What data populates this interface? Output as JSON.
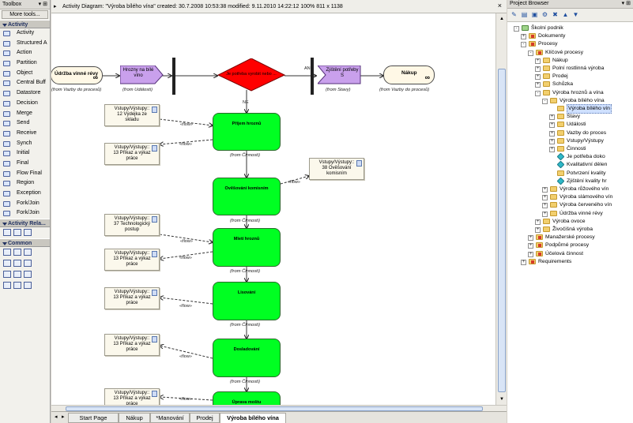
{
  "toolbox": {
    "title": "Toolbox",
    "more_tools": "More tools...",
    "sections": [
      {
        "label": "Activity",
        "items": [
          "Activity",
          "Structured A",
          "Action",
          "Partition",
          "Object",
          "Central Buff",
          "Datastore",
          "Decision",
          "Merge",
          "Send",
          "Receive",
          "Synch",
          "Initial",
          "Final",
          "Flow Final",
          "Region",
          "Exception",
          "Fork/Join",
          "Fork/Join"
        ]
      },
      {
        "label": "Activity Rela..."
      },
      {
        "label": "Common"
      }
    ]
  },
  "diagram": {
    "header": "Activity Diagram: \"Výroba bílého vína\"  created: 30.7.2008 10:53:38  modified: 9.11.2010 14:22:12   100%   811 x 1138",
    "terminals": [
      {
        "label": "Údržba vinné révy",
        "caption": "(from Vazby do procesů)"
      },
      {
        "label": "Nákup",
        "caption": "(from Vazby do procesů)"
      }
    ],
    "events": [
      {
        "label": "Hrozny na bílé víno",
        "caption": "(from Události)"
      },
      {
        "label": "Zjištění potřeby S",
        "caption": "(from Stavy)"
      }
    ],
    "decision": {
      "label": "Je potřeba vyrobit nebo ...",
      "no_label": "NE",
      "and_label": "AND"
    },
    "activities": [
      {
        "label": "Příjem hroznů",
        "caption": "(from Činnosti)"
      },
      {
        "label": "Ověšování komisním",
        "caption": "(from Činnosti)"
      },
      {
        "label": "Mletí hroznů",
        "caption": "(from Činnosti)"
      },
      {
        "label": "Lisování",
        "caption": "(from Činnosti)"
      },
      {
        "label": "Dosladování",
        "caption": "(from Činnosti)"
      },
      {
        "label": "Úprava moštu",
        "caption": ""
      }
    ],
    "notes": [
      {
        "l1": "Vstupy/Výstupy::",
        "l2": "12 Výdejka ze",
        "l3": "skladu"
      },
      {
        "l1": "Vstupy/Výstupy::",
        "l2": "13 Příkaz a výkaz",
        "l3": "práce"
      },
      {
        "l1": "Vstupy/Výstupy::",
        "l2": "38 Ověšování",
        "l3": "komisním"
      },
      {
        "l1": "Vstupy/Výstupy::",
        "l2": "37 Technologický",
        "l3": "postup"
      },
      {
        "l1": "Vstupy/Výstupy::",
        "l2": "13 Příkaz a výkaz",
        "l3": "práce"
      },
      {
        "l1": "Vstupy/Výstupy::",
        "l2": "13 Příkaz a výkaz",
        "l3": "práce"
      },
      {
        "l1": "Vstupy/Výstupy::",
        "l2": "13 Příkaz a výkaz",
        "l3": "práce"
      },
      {
        "l1": "Vstupy/Výstupy::",
        "l2": "13 Příkaz a výkaz",
        "l3": "práce"
      }
    ],
    "flow_label": "«flow»",
    "tabs": [
      "Start Page",
      "Nákup",
      "*Manování",
      "Prodej",
      "Výroba bílého vína"
    ]
  },
  "browser": {
    "title": "Project Browser",
    "tree": [
      {
        "label": "Školní podnik",
        "depth": 0,
        "exp": "-",
        "icon": "pkg"
      },
      {
        "label": "Dokumenty",
        "depth": 1,
        "exp": "+",
        "icon": "red"
      },
      {
        "label": "Procesy",
        "depth": 1,
        "exp": "-",
        "icon": "red"
      },
      {
        "label": "Klíčové procesy",
        "depth": 2,
        "exp": "-",
        "icon": "red"
      },
      {
        "label": "Nákup",
        "depth": 3,
        "exp": "+",
        "icon": "folder"
      },
      {
        "label": "Polní rostlinná výroba",
        "depth": 3,
        "exp": "+",
        "icon": "folder"
      },
      {
        "label": "Prodej",
        "depth": 3,
        "exp": "+",
        "icon": "folder"
      },
      {
        "label": "Schůzka",
        "depth": 3,
        "exp": "+",
        "icon": "folder"
      },
      {
        "label": "Výroba hroznů a vína",
        "depth": 3,
        "exp": "-",
        "icon": "folder"
      },
      {
        "label": "Výroba bílého vína",
        "depth": 4,
        "exp": "-",
        "icon": "folder"
      },
      {
        "label": "Výroba bílého vín",
        "depth": 5,
        "exp": "",
        "icon": "diagram",
        "selected": true
      },
      {
        "label": "Stavy",
        "depth": 5,
        "exp": "+",
        "icon": "folder"
      },
      {
        "label": "Události",
        "depth": 5,
        "exp": "+",
        "icon": "folder"
      },
      {
        "label": "Vazby do proces",
        "depth": 5,
        "exp": "+",
        "icon": "folder"
      },
      {
        "label": "Vstupy/Výstupy",
        "depth": 5,
        "exp": "+",
        "icon": "folder"
      },
      {
        "label": "Činnosti",
        "depth": 5,
        "exp": "+",
        "icon": "folder"
      },
      {
        "label": "Je potřeba doko",
        "depth": 5,
        "exp": "",
        "icon": "dia"
      },
      {
        "label": "Kvalitativní dělen",
        "depth": 5,
        "exp": "",
        "icon": "dia"
      },
      {
        "label": "Potvrzení kvality",
        "depth": 5,
        "exp": "",
        "icon": "folder"
      },
      {
        "label": "Zjištění kvality hr",
        "depth": 5,
        "exp": "",
        "icon": "dia"
      },
      {
        "label": "Výroba růžového vín",
        "depth": 4,
        "exp": "+",
        "icon": "folder"
      },
      {
        "label": "Výroba slámového vín",
        "depth": 4,
        "exp": "+",
        "icon": "folder"
      },
      {
        "label": "Výroba červeného vín",
        "depth": 4,
        "exp": "+",
        "icon": "folder"
      },
      {
        "label": "Údržba vinné révy",
        "depth": 4,
        "exp": "+",
        "icon": "folder"
      },
      {
        "label": "Výroba ovoce",
        "depth": 3,
        "exp": "+",
        "icon": "folder"
      },
      {
        "label": "Živočišná výroba",
        "depth": 3,
        "exp": "+",
        "icon": "folder"
      },
      {
        "label": "Manažerské procesy",
        "depth": 2,
        "exp": "+",
        "icon": "red"
      },
      {
        "label": "Podpůrné procesy",
        "depth": 2,
        "exp": "+",
        "icon": "red"
      },
      {
        "label": "Účelová činnost",
        "depth": 2,
        "exp": "+",
        "icon": "red"
      },
      {
        "label": "Requirements",
        "depth": 1,
        "exp": "+",
        "icon": "red"
      }
    ]
  }
}
